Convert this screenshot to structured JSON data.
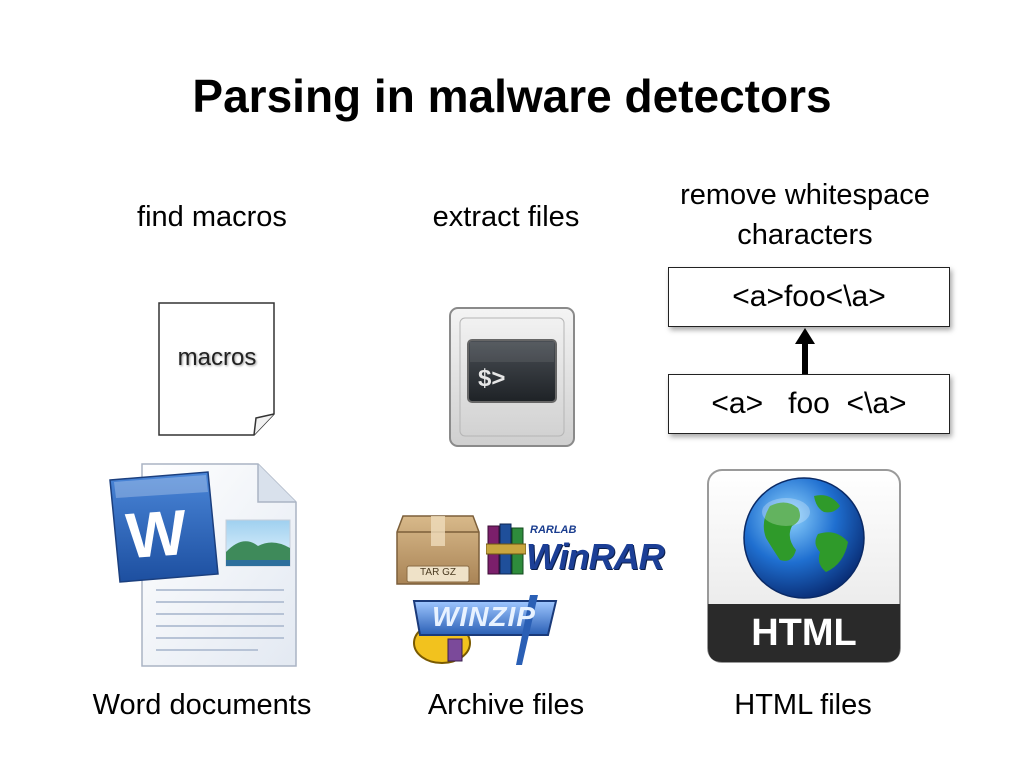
{
  "slide": {
    "title": "Parsing in malware detectors"
  },
  "columns": [
    {
      "heading": "find macros",
      "icon_label": "macros",
      "caption": "Word documents",
      "icon": "word-document-icon"
    },
    {
      "heading": "extract files",
      "icon": "terminal-icon",
      "caption": "Archive files",
      "logos": {
        "targz": "TAR GZ",
        "rarlab": "RARLAB",
        "winrar": "WinRAR",
        "winzip": "WINZIP"
      }
    },
    {
      "heading": "remove whitespace characters",
      "caption": "HTML files",
      "box_top": "<a>foo<\\a>",
      "box_bottom": "<a>   foo  <\\a>",
      "html_label": "HTML",
      "icon": "globe-icon"
    }
  ]
}
